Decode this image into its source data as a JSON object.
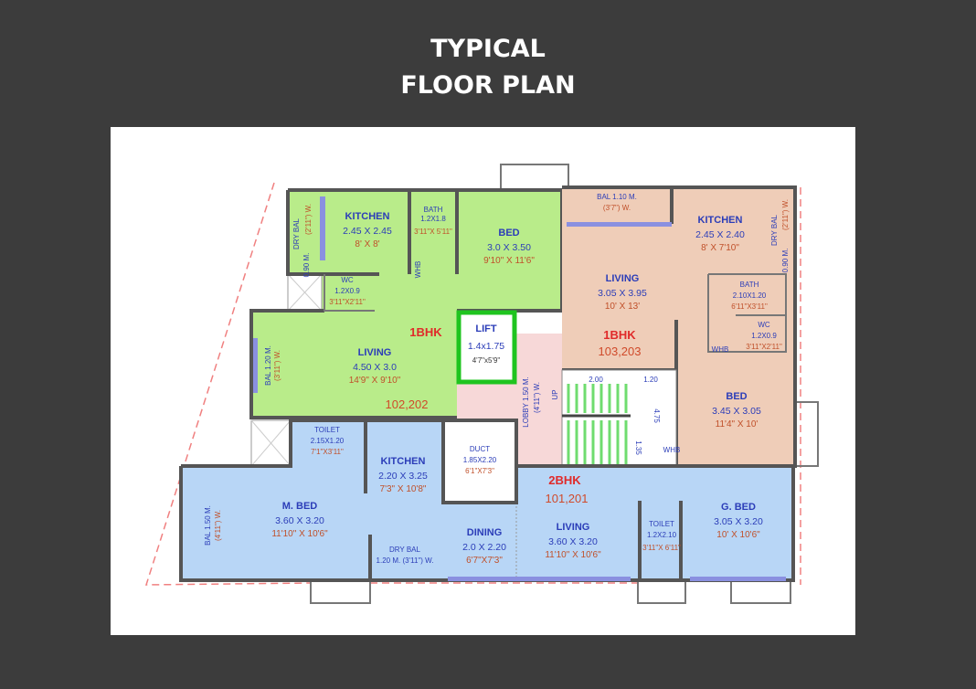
{
  "title": {
    "line1": "TYPICAL",
    "line2": "FLOOR PLAN"
  },
  "colors": {
    "background": "#3c3c3c",
    "unit_1bhk_a": "#b9ec8a",
    "unit_1bhk_b": "#efcdb8",
    "unit_2bhk": "#b8d6f6",
    "lobby": "#f7d8d8",
    "lift_border": "#1fc41f",
    "room_label": "#2b3db8",
    "feet_label": "#c0502a",
    "unit_label": "#e02a2a"
  },
  "units": {
    "a": {
      "type": "1BHK",
      "numbers": "102,202",
      "rooms": {
        "kitchen": {
          "name": "KITCHEN",
          "metric": "2.45 X 2.45",
          "feet": "8' X 8'"
        },
        "dry_bal": {
          "name": "DRY BAL",
          "metric": "0.90 M.",
          "feet": "(2'11\") W."
        },
        "bath": {
          "name": "BATH",
          "metric": "1.2X1.8",
          "feet": "3'11\"X 5'11\""
        },
        "whb": "WHB",
        "bed": {
          "name": "BED",
          "metric": "3.0 X 3.50",
          "feet": "9'10\" X 11'6\""
        },
        "wc": {
          "name": "WC",
          "metric": "1.2X0.9",
          "feet": "3'11\"X2'11\""
        },
        "living": {
          "name": "LIVING",
          "metric": "4.50 X 3.0",
          "feet": "14'9\" X 9'10\""
        },
        "bal": {
          "name": "BAL 1.20 M.",
          "feet": "(3'11\") W."
        }
      }
    },
    "b": {
      "type": "1BHK",
      "numbers": "103,203",
      "rooms": {
        "bal": {
          "name": "BAL 1.10 M.",
          "feet": "(3'7\") W."
        },
        "kitchen": {
          "name": "KITCHEN",
          "metric": "2.45 X 2.40",
          "feet": "8' X 7'10\""
        },
        "dry_bal": {
          "name": "DRY BAL",
          "metric": "0.90 M.",
          "feet": "(2'11\") W."
        },
        "living": {
          "name": "LIVING",
          "metric": "3.05 X 3.95",
          "feet": "10' X 13'"
        },
        "bath": {
          "name": "BATH",
          "metric": "2.10X1.20",
          "feet": "6'11\"X3'11\""
        },
        "wc": {
          "name": "WC",
          "metric": "1.2X0.9",
          "feet": "3'11\"X2'11\""
        },
        "whb": "WHB",
        "whb2": "WHB",
        "bed": {
          "name": "BED",
          "metric": "3.45 X 3.05",
          "feet": "11'4\" X 10'"
        }
      }
    },
    "c": {
      "type": "2BHK",
      "numbers": "101,201",
      "rooms": {
        "toilet1": {
          "name": "TOILET",
          "metric": "2.15X1.20",
          "feet": "7'1\"X3'11\""
        },
        "kitchen": {
          "name": "KITCHEN",
          "metric": "2.20 X 3.25",
          "feet": "7'3\" X 10'8\""
        },
        "mbed": {
          "name": "M. BED",
          "metric": "3.60 X 3.20",
          "feet": "11'10\" X 10'6\""
        },
        "bal": {
          "name": "BAL 1.50 M.",
          "feet": "(4'11\") W."
        },
        "dry_bal": {
          "name": "DRY BAL",
          "metric": "1.20 M. (3'11\") W."
        },
        "dining": {
          "name": "DINING",
          "metric": "2.0 X 2.20",
          "feet": "6'7\"X7'3\""
        },
        "living": {
          "name": "LIVING",
          "metric": "3.60 X 3.20",
          "feet": "11'10\" X 10'6\""
        },
        "toilet2": {
          "name": "TOILET",
          "metric": "1.2X2.10",
          "feet": "3'11\"X 6'11\""
        },
        "gbed": {
          "name": "G. BED",
          "metric": "3.05 X 3.20",
          "feet": "10' X 10'6\""
        }
      }
    }
  },
  "common": {
    "lift": {
      "name": "LIFT",
      "metric": "1.4x1.75",
      "feet": "4'7\"x5'9\""
    },
    "lobby": {
      "name": "LOBBY 1.50 M.",
      "feet": "(4'11\") W."
    },
    "duct": {
      "name": "DUCT",
      "metric": "1.85X2.20",
      "feet": "6'1\"X7'3\""
    },
    "stairs": {
      "up": "UP",
      "dim1": "2.00",
      "dim2": "1.20",
      "dim3": "4.75",
      "dim4": "1.35"
    }
  }
}
